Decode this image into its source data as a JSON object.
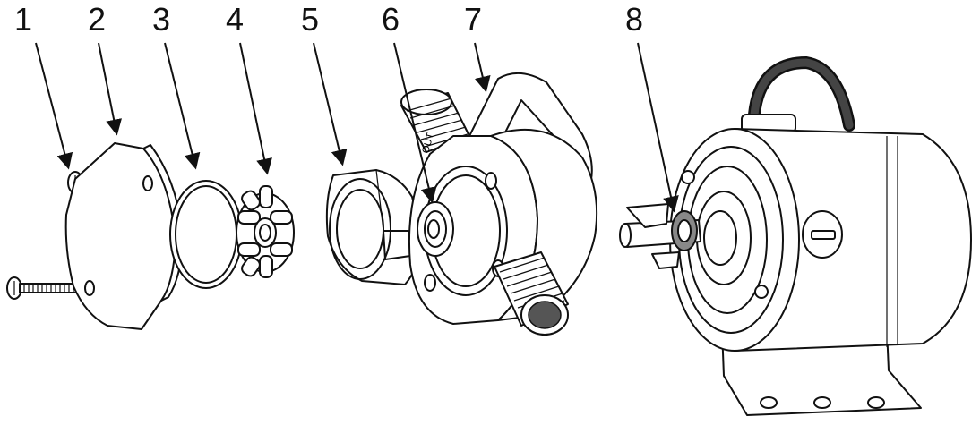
{
  "callouts": [
    {
      "id": "1",
      "label": "1",
      "part": "screws"
    },
    {
      "id": "2",
      "label": "2",
      "part": "end-cover"
    },
    {
      "id": "3",
      "label": "3",
      "part": "o-ring"
    },
    {
      "id": "4",
      "label": "4",
      "part": "impeller"
    },
    {
      "id": "5",
      "label": "5",
      "part": "cam"
    },
    {
      "id": "6",
      "label": "6",
      "part": "shaft-seal"
    },
    {
      "id": "7",
      "label": "7",
      "part": "pump-body"
    },
    {
      "id": "8",
      "label": "8",
      "part": "motor-seal"
    }
  ],
  "port_label": "OUT",
  "colors": {
    "ink": "#111111",
    "paper": "#ffffff",
    "dark_fill": "#555555"
  }
}
